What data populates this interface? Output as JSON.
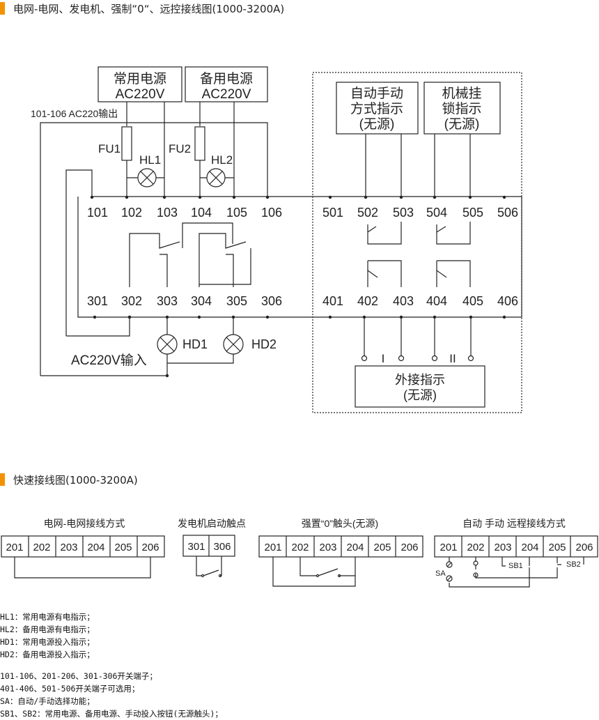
{
  "section1": {
    "title": "电网-电网、发电机、强制“0“、远控接线图(1000-3200A)"
  },
  "section2": {
    "title": "快速接线图(1000-3200A)"
  },
  "main": {
    "source_common": [
      "常用电源",
      "AC220V"
    ],
    "source_backup": [
      "备用电源",
      "AC220V"
    ],
    "output_label": "101-106 AC220输出",
    "fu1": "FU1",
    "fu2": "FU2",
    "hl1": "HL1",
    "hl2": "HL2",
    "auto_manual_box": [
      "自动手动",
      "方式指示",
      "(无源)"
    ],
    "mech_lock_box": [
      "机械挂",
      "锁指示",
      "(无源)"
    ],
    "terminals_top_left": [
      "101",
      "102",
      "103",
      "104",
      "105",
      "106"
    ],
    "terminals_top_right": [
      "501",
      "502",
      "503",
      "504",
      "505",
      "506"
    ],
    "terminals_bottom_left": [
      "301",
      "302",
      "303",
      "304",
      "305",
      "306"
    ],
    "terminals_bottom_right": [
      "401",
      "402",
      "403",
      "404",
      "405",
      "406"
    ],
    "hd1": "HD1",
    "hd2": "HD2",
    "ac_input_label": "AC220V输入",
    "roman_1": "I",
    "roman_2": "II",
    "external_box": [
      "外接指示",
      "(无源)"
    ]
  },
  "quick": {
    "grid_label": "电网-电网接线方式",
    "gen_label": "发电机启动触点",
    "force_label": "强置“0”触头(无源)",
    "remote_label": "自动 手动 远程接线方式",
    "grid_terminals": [
      "201",
      "202",
      "203",
      "204",
      "205",
      "206"
    ],
    "gen_terminals": [
      "301",
      "306"
    ],
    "force_terminals": [
      "201",
      "202",
      "203",
      "204",
      "205",
      "206"
    ],
    "remote_terminals": [
      "201",
      "202",
      "203",
      "204",
      "205",
      "206"
    ],
    "sa": "SA",
    "sb1": "SB1",
    "sb2": "SB2"
  },
  "notes": {
    "group1": [
      "HL1：常用电源有电指示；",
      "HL2：备用电源有电指示；",
      "HD1：常用电源投入指示；",
      "HD2：备用电源投入指示；"
    ],
    "group2": [
      "101-106、201-206、301-306开关端子；",
      "401-406、501-506开关端子可选用；",
      "SA：自动/手动选择功能；",
      "SB1、SB2：常用电源、备用电源、手动投入按钮(无源触头)；"
    ]
  },
  "colors": {
    "accent": "#f39200",
    "line": "#222222"
  }
}
